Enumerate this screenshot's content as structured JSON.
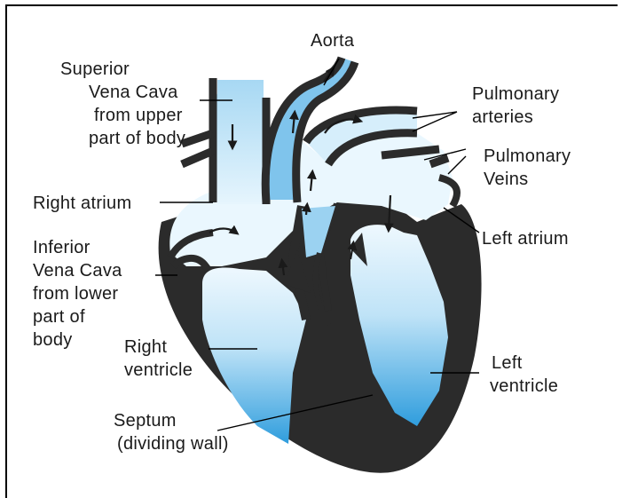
{
  "colors": {
    "muscle": "#2b2b2b",
    "blood_light": "#e9f6fd",
    "blood_dark": "#2f9ddd",
    "label_line": "#000000"
  },
  "labels": {
    "aorta": "Aorta",
    "superior": [
      "Superior",
      "Vena Cava",
      "from upper",
      "part of body"
    ],
    "pulmonary_arteries": [
      "Pulmonary",
      "arteries"
    ],
    "pulmonary_veins": [
      "Pulmonary",
      "Veins"
    ],
    "right_atrium": "Right atrium",
    "left_atrium": "Left atrium",
    "inferior": [
      "Inferior",
      "Vena Cava",
      "from lower",
      "part of",
      "body"
    ],
    "right_ventricle": [
      "Right",
      "ventricle"
    ],
    "left_ventricle": [
      "Left",
      "ventricle"
    ],
    "septum": [
      "Septum",
      "(dividing wall)"
    ]
  }
}
